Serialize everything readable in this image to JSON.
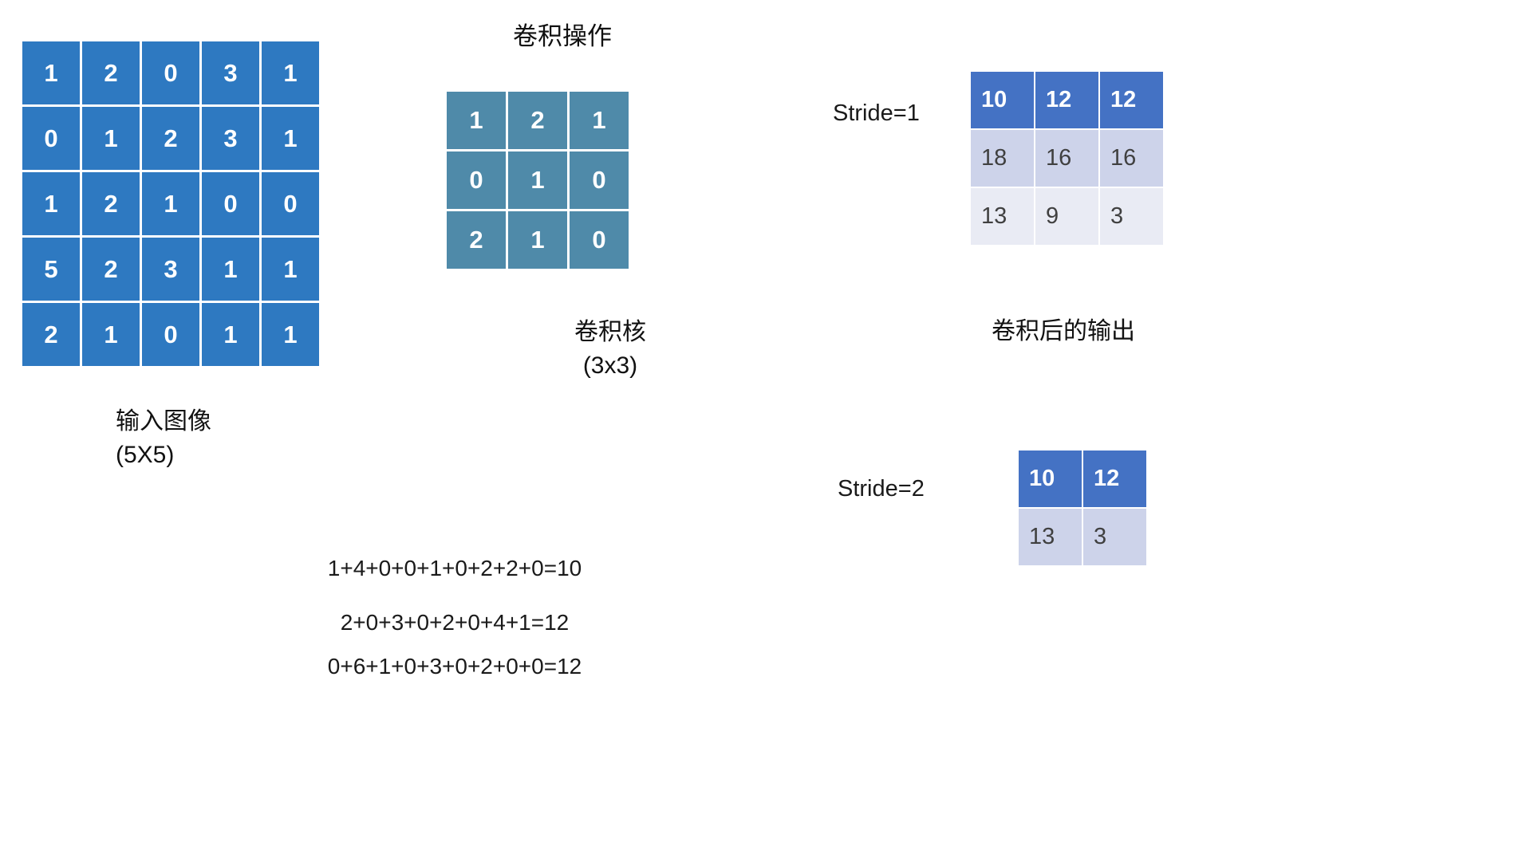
{
  "title": "卷积操作",
  "input_matrix": {
    "label_line1": "输入图像",
    "label_line2": "(5X5)",
    "rows": [
      [
        1,
        2,
        0,
        3,
        1
      ],
      [
        0,
        1,
        2,
        3,
        1
      ],
      [
        1,
        2,
        1,
        0,
        0
      ],
      [
        5,
        2,
        3,
        1,
        1
      ],
      [
        2,
        1,
        0,
        1,
        1
      ]
    ]
  },
  "kernel": {
    "label_line1": "卷积核",
    "label_line2": "(3x3)",
    "rows": [
      [
        1,
        2,
        1
      ],
      [
        0,
        1,
        0
      ],
      [
        2,
        1,
        0
      ]
    ]
  },
  "stride1": {
    "label": "Stride=1",
    "rows": [
      [
        10,
        12,
        12
      ],
      [
        18,
        16,
        16
      ],
      [
        13,
        9,
        3
      ]
    ],
    "caption": "卷积后的输出"
  },
  "stride2": {
    "label": "Stride=2",
    "rows": [
      [
        10,
        12
      ],
      [
        13,
        3
      ]
    ]
  },
  "calculations": [
    "1+4+0+0+1+0+2+2+0=10",
    "2+0+3+0+2+0+4+1=12",
    "0+6+1+0+3+0+2+0+0=12"
  ],
  "colors": {
    "input_cell": "#2E79C1",
    "kernel_cell": "#4F8AA9",
    "output_row1": "#4472C4",
    "output_row2": "#CDD3EA",
    "output_row3": "#E9EBF4",
    "output_text_dark": "#404040"
  }
}
